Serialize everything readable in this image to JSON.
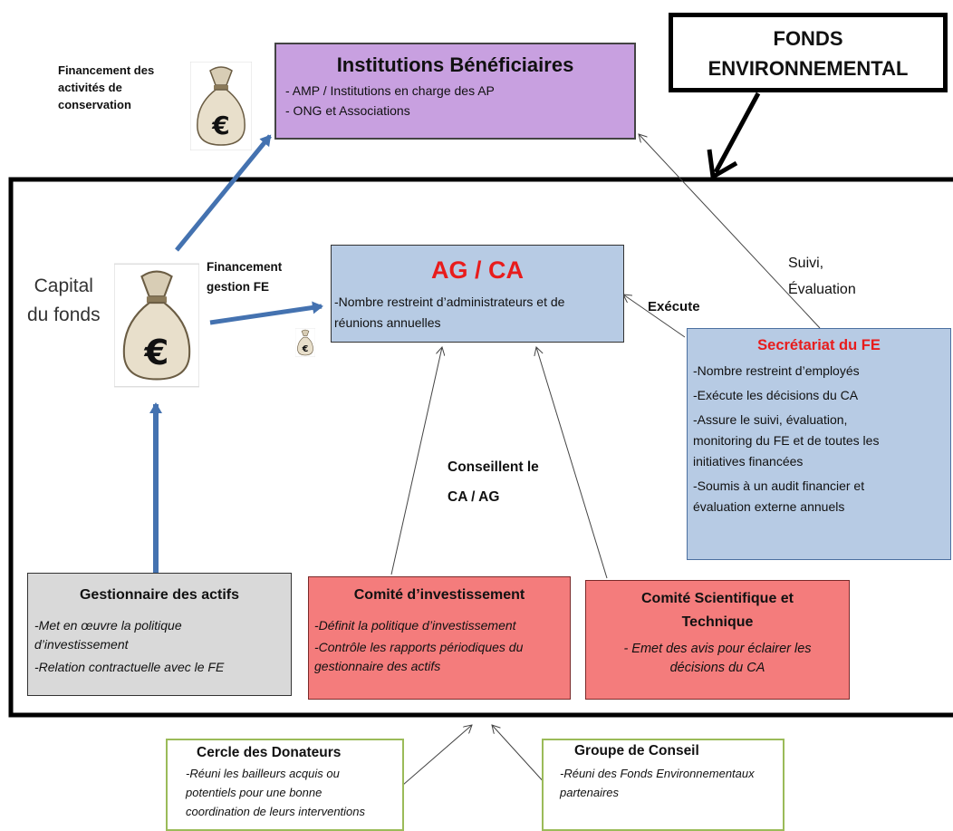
{
  "fonds": {
    "line1": "FONDS",
    "line2": "ENVIRONNEMENTAL"
  },
  "institutions": {
    "title": "Institutions Bénéficiaires",
    "items": [
      "-  AMP / Institutions  en charge des AP",
      "-  ONG et Associations"
    ]
  },
  "financement_conservation": {
    "l1": "Financement des",
    "l2": "activités de",
    "l3": "conservation"
  },
  "capital": {
    "l1": "Capital",
    "l2": "du fonds"
  },
  "financement_gestion": {
    "l1": "Financement",
    "l2": "gestion FE"
  },
  "agca": {
    "title": "AG / CA",
    "l1": "-Nombre restreint d’administrateurs et de",
    "l2": "réunions annuelles"
  },
  "suivi": {
    "l1": "Suivi,",
    "l2": "Évaluation"
  },
  "execute_label": "Exécute",
  "secretariat": {
    "title": "Secrétariat du FE",
    "lines": [
      "-Nombre restreint d’employés",
      "-Exécute les décisions du CA",
      "-Assure le suivi, évaluation,",
      "monitoring du FE et de toutes les",
      "initiatives financées",
      "-Soumis à un audit financier et",
      "évaluation externe annuels"
    ]
  },
  "conseillent": {
    "l1": "Conseillent le",
    "l2": "CA / AG"
  },
  "gestionnaire": {
    "title": "Gestionnaire des actifs",
    "lines": [
      "-Met en œuvre la politique",
      "d’investissement",
      "-Relation contractuelle avec le FE"
    ]
  },
  "comite_inv": {
    "title": "Comité d’investissement",
    "lines": [
      "-Définit la politique d’investissement",
      "-Contrôle les rapports périodiques du",
      "gestionnaire des actifs"
    ]
  },
  "comite_sci": {
    "title_l1": "Comité Scientifique et",
    "title_l2": "Technique",
    "lines": [
      "- Emet des avis pour éclairer les",
      "décisions du CA"
    ]
  },
  "donateurs": {
    "title": "Cercle des Donateurs",
    "lines": [
      "-Réuni les bailleurs acquis ou",
      "potentiels pour une bonne",
      "coordination de leurs interventions"
    ]
  },
  "conseil": {
    "title": "Groupe de Conseil",
    "lines": [
      "-Réuni des Fonds Environnementaux",
      "partenaires"
    ]
  },
  "colors": {
    "purple": "#c8a0e0",
    "blue": "#b7cbe4",
    "red": "#f47c7c",
    "grey": "#d9d9d9",
    "green_border": "#9bbb59",
    "arrow_blue": "#4472b0",
    "secretariat_title": "#e81c1c",
    "agca_title": "#e81c1c"
  },
  "icons": [
    "money-bag-euro-icon"
  ]
}
